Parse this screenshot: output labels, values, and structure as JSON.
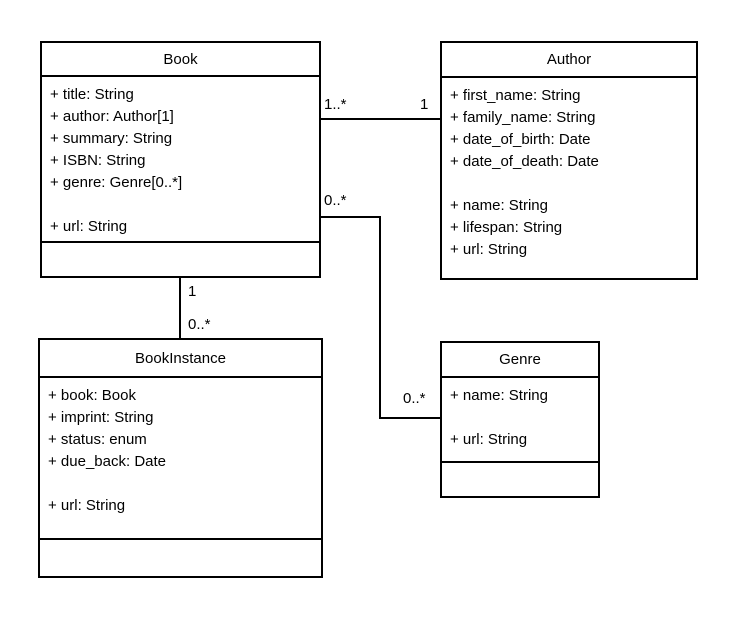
{
  "diagram": {
    "type": "uml-class-diagram",
    "colors": {
      "line": "#000000",
      "box_fill": "#ffffff",
      "background": "#ffffff",
      "text": "#000000"
    },
    "classes": {
      "book": {
        "name": "Book",
        "attributes": [
          "+ title: String",
          "+ author: Author[1]",
          "+ summary: String",
          "+ ISBN: String",
          "+ genre: Genre[0..*]",
          "",
          "+ url: String"
        ]
      },
      "author": {
        "name": "Author",
        "attributes": [
          "+ first_name: String",
          "+ family_name: String",
          "+ date_of_birth: Date",
          "+ date_of_death: Date",
          "",
          "+ name: String",
          "+ lifespan: String",
          "+ url: String"
        ]
      },
      "bookinstance": {
        "name": "BookInstance",
        "attributes": [
          "+ book: Book",
          "+ imprint: String",
          "+ status: enum",
          "+ due_back: Date",
          "",
          "+ url: String"
        ]
      },
      "genre": {
        "name": "Genre",
        "attributes": [
          "+ name: String",
          "",
          "+ url: String"
        ]
      }
    },
    "associations": {
      "book_author": {
        "from": "Book",
        "to": "Author",
        "from_mult": "1..*",
        "to_mult": "1"
      },
      "book_genre": {
        "from": "Book",
        "to": "Genre",
        "from_mult": "0..*",
        "to_mult": "0..*"
      },
      "book_bookinstance": {
        "from": "Book",
        "to": "BookInstance",
        "from_mult": "1",
        "to_mult": "0..*"
      }
    }
  }
}
